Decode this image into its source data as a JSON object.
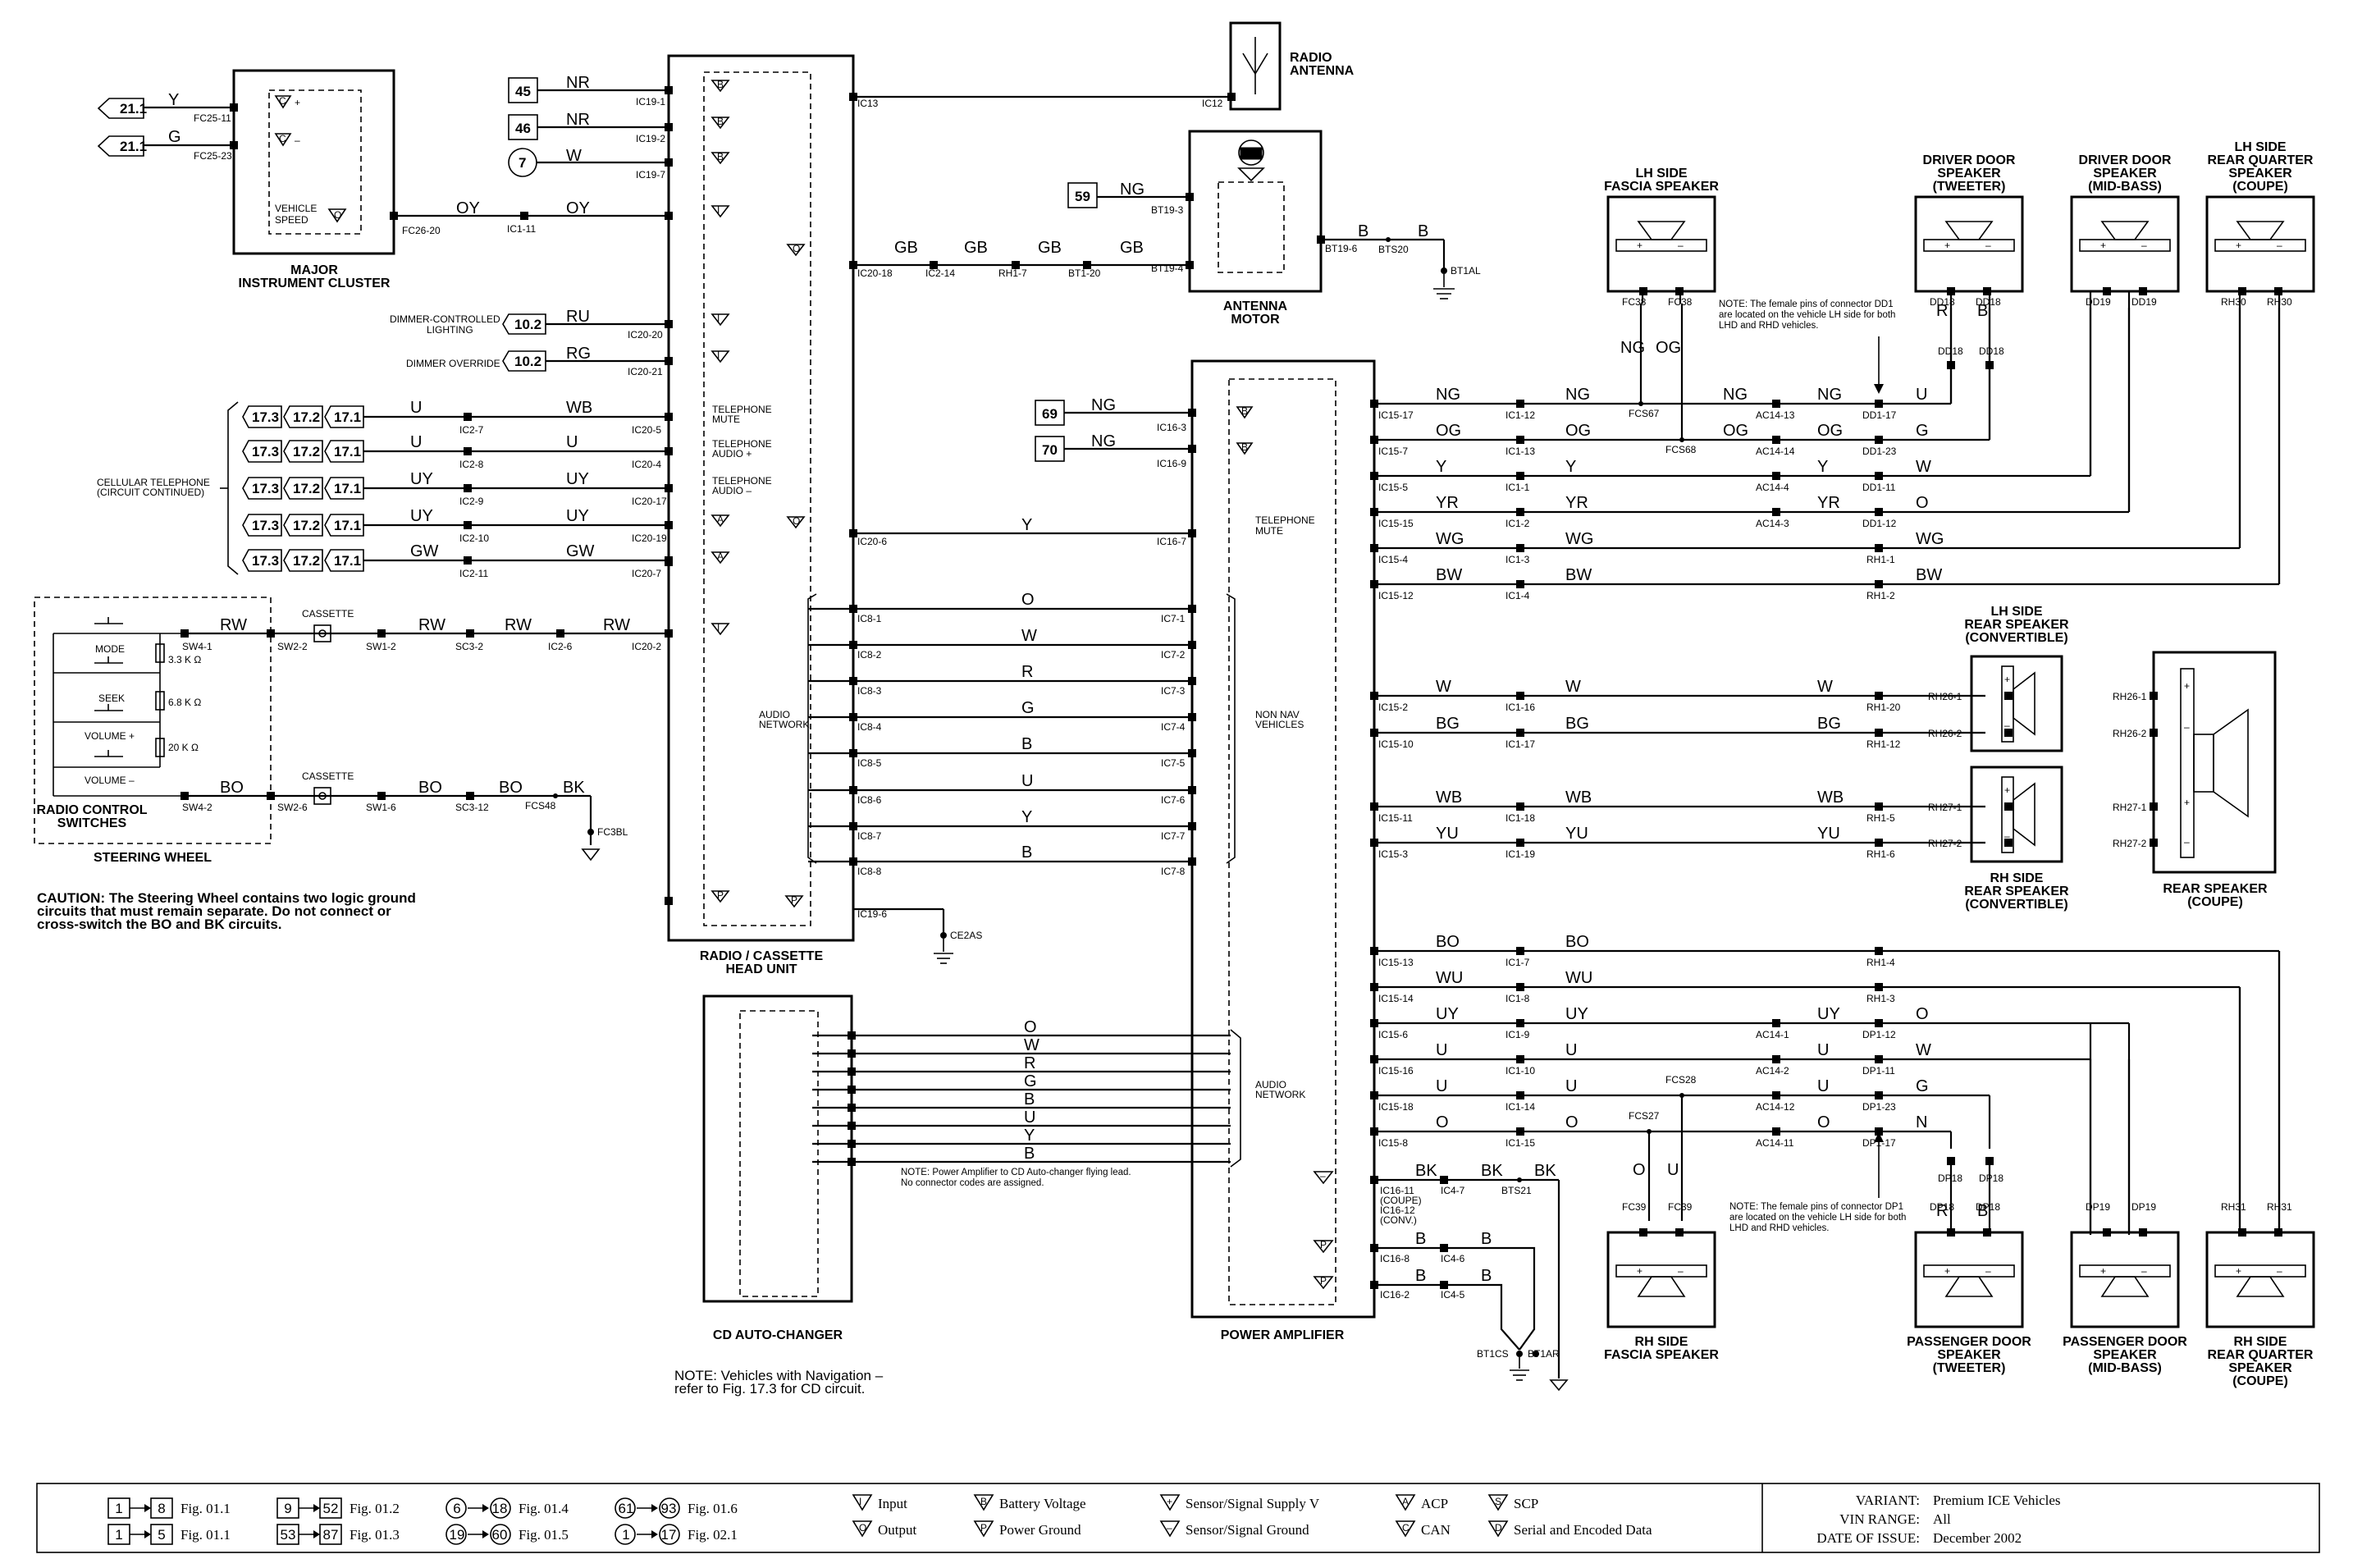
{
  "components": {
    "major_instrument_cluster": "MAJOR\nINSTRUMENT CLUSTER",
    "radio_head_unit": "RADIO / CASSETTE\nHEAD UNIT",
    "cd_autochanger": "CD AUTO-CHANGER",
    "power_amplifier": "POWER AMPLIFIER",
    "radio_antenna": "RADIO\nANTENNA",
    "antenna_motor": "ANTENNA\nMOTOR",
    "lh_fascia_speaker": "LH SIDE\nFASCIA SPEAKER",
    "rh_fascia_speaker": "RH SIDE\nFASCIA SPEAKER",
    "driver_tweeter": "DRIVER DOOR\nSPEAKER\n(TWEETER)",
    "driver_midbass": "DRIVER DOOR\nSPEAKER\n(MID-BASS)",
    "lh_rear_quarter": "LH SIDE\nREAR QUARTER\nSPEAKER\n(COUPE)",
    "passenger_tweeter": "PASSENGER DOOR\nSPEAKER\n(TWEETER)",
    "passenger_midbass": "PASSENGER DOOR\nSPEAKER\n(MID-BASS)",
    "rh_rear_quarter": "RH SIDE\nREAR QUARTER\nSPEAKER\n(COUPE)",
    "lh_rear_speaker": "LH SIDE\nREAR SPEAKER\n(CONVERTIBLE)",
    "rh_rear_speaker": "RH SIDE\nREAR SPEAKER\n(CONVERTIBLE)",
    "rear_speaker": "REAR SPEAKER\n(COUPE)",
    "steering_wheel": "STEERING WHEEL",
    "radio_control_switches": "RADIO CONTROL\nSWITCHES",
    "cassette": "CASSETTE"
  },
  "switches": [
    "MODE",
    "SEEK",
    "VOLUME +",
    "VOLUME –"
  ],
  "resistors": [
    "3.3 K Ω",
    "6.8 K Ω",
    "20 K Ω"
  ],
  "labels": {
    "vehicle_speed": "VEHICLE\nSPEED",
    "dimmer_controlled": "DIMMER-CONTROLLED\nLIGHTING",
    "dimmer_override": "DIMMER OVERRIDE",
    "cellular": "CELLULAR TELEPHONE\n(CIRCUIT CONTINUED)",
    "tel_mute": "TELEPHONE\nMUTE",
    "tel_audio_plus": "TELEPHONE\nAUDIO +",
    "tel_audio_minus": "TELEPHONE\nAUDIO –",
    "audio_network": "AUDIO\nNETWORK",
    "non_nav": "NON NAV\nVEHICLES"
  },
  "notes": {
    "caution": "CAUTION:  The Steering Wheel contains two logic ground\ncircuits that must remain separate.  Do not connect or\ncross-switch the BO and BK circuits.",
    "dd1": "NOTE: The female pins of connector DD1\nare located on the vehicle LH side for both\nLHD and RHD vehicles.",
    "dp1": "NOTE: The female pins of connector DP1\nare located on the vehicle LH side for both\nLHD and RHD vehicles.",
    "amp_cd": "NOTE: Power Amplifier to CD Auto-changer flying lead.\nNo connector codes are assigned.",
    "nav": "NOTE: Vehicles with Navigation –\nrefer to Fig. 17.3 for CD circuit."
  },
  "ref_boxes": [
    "45",
    "46",
    "59",
    "69",
    "70",
    "10.2",
    "10.2",
    "21.1",
    "21.1",
    "17.3",
    "17.2",
    "17.1"
  ],
  "footer": {
    "figs": [
      {
        "a": "1",
        "b": "8",
        "fig": "Fig. 01.1"
      },
      {
        "a": "1",
        "b": "5",
        "fig": "Fig. 01.1"
      },
      {
        "a": "9",
        "b": "52",
        "fig": "Fig. 01.2"
      },
      {
        "a": "53",
        "b": "87",
        "fig": "Fig. 01.3"
      },
      {
        "a": "6",
        "b": "18",
        "fig": "Fig. 01.4"
      },
      {
        "a": "19",
        "b": "60",
        "fig": "Fig. 01.5"
      },
      {
        "a": "61",
        "b": "93",
        "fig": "Fig. 01.6"
      },
      {
        "a": "1",
        "b": "17",
        "fig": "Fig. 02.1"
      }
    ],
    "legend": [
      {
        "sym": "I",
        "text": "Input"
      },
      {
        "sym": "O",
        "text": "Output"
      },
      {
        "sym": "B",
        "text": "Battery Voltage"
      },
      {
        "sym": "P",
        "text": "Power Ground"
      },
      {
        "sym": "+",
        "text": "Sensor/Signal Supply V"
      },
      {
        "sym": "–",
        "text": "Sensor/Signal Ground"
      },
      {
        "sym": "A",
        "text": "ACP"
      },
      {
        "sym": "C",
        "text": "CAN"
      },
      {
        "sym": "S",
        "text": "SCP"
      },
      {
        "sym": "D",
        "text": "Serial and Encoded Data"
      }
    ],
    "variant_label": "VARIANT:",
    "variant": "Premium ICE Vehicles",
    "vin_label": "VIN RANGE:",
    "vin": "All",
    "date_label": "DATE OF ISSUE:",
    "date": "December 2002"
  }
}
